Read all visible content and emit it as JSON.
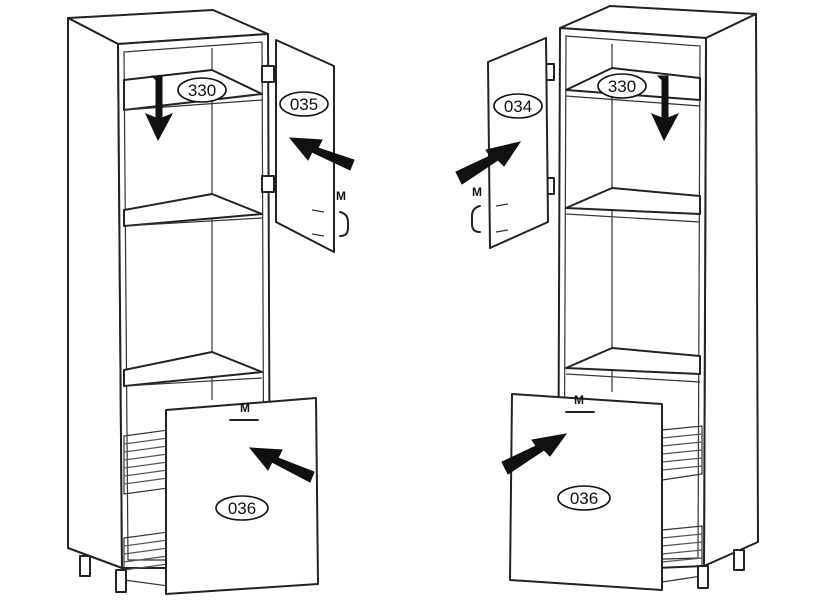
{
  "labels": {
    "left_shelf": "330",
    "left_door": "035",
    "left_front": "036",
    "right_shelf": "330",
    "right_door": "034",
    "right_front": "036",
    "handle_top_left": "M",
    "handle_bottom_left": "M",
    "handle_top_right": "M",
    "handle_bottom_right": "M"
  },
  "colors": {
    "line": "#222222",
    "arrow": "#111111",
    "background": "#ffffff"
  }
}
